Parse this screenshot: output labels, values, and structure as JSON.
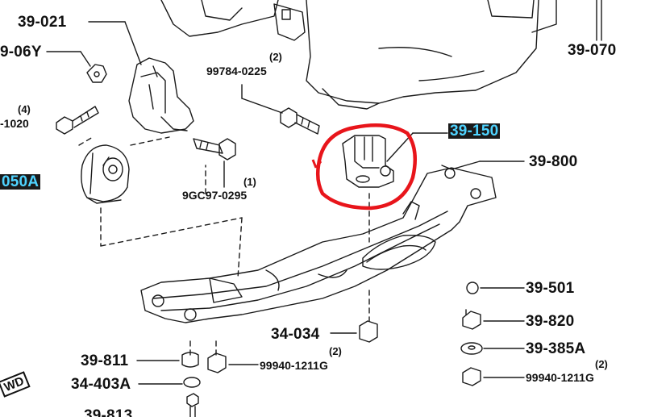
{
  "labels": {
    "p39_021": "39-021",
    "p39_06y": "9-06Y",
    "qty_4": "(4)",
    "p1020": "-1020",
    "p050a": "050A",
    "qty_2_top": "(2)",
    "p99784": "99784-0225",
    "p39_150": "39-150",
    "qty_1": "(1)",
    "p9gc97": "9GC97-0295",
    "p39_800": "39-800",
    "p39_070": "39-070",
    "p39_501": "39-501",
    "p39_820": "39-820",
    "p39_385a": "39-385A",
    "qty_2_r": "(2)",
    "p99940_r": "99940-1211G",
    "p34_034": "34-034",
    "p39_811": "39-811",
    "qty_2_b": "(2)",
    "p99940_b": "99940-1211G",
    "p34_403a": "34-403A",
    "p39_813": "39-813",
    "fwd": "WD"
  },
  "colors": {
    "highlight_circle": "#e8151b",
    "highlight_text": "#4fd3ff",
    "highlight_bg": "#1a1a1a",
    "line": "#1a1a1a"
  }
}
